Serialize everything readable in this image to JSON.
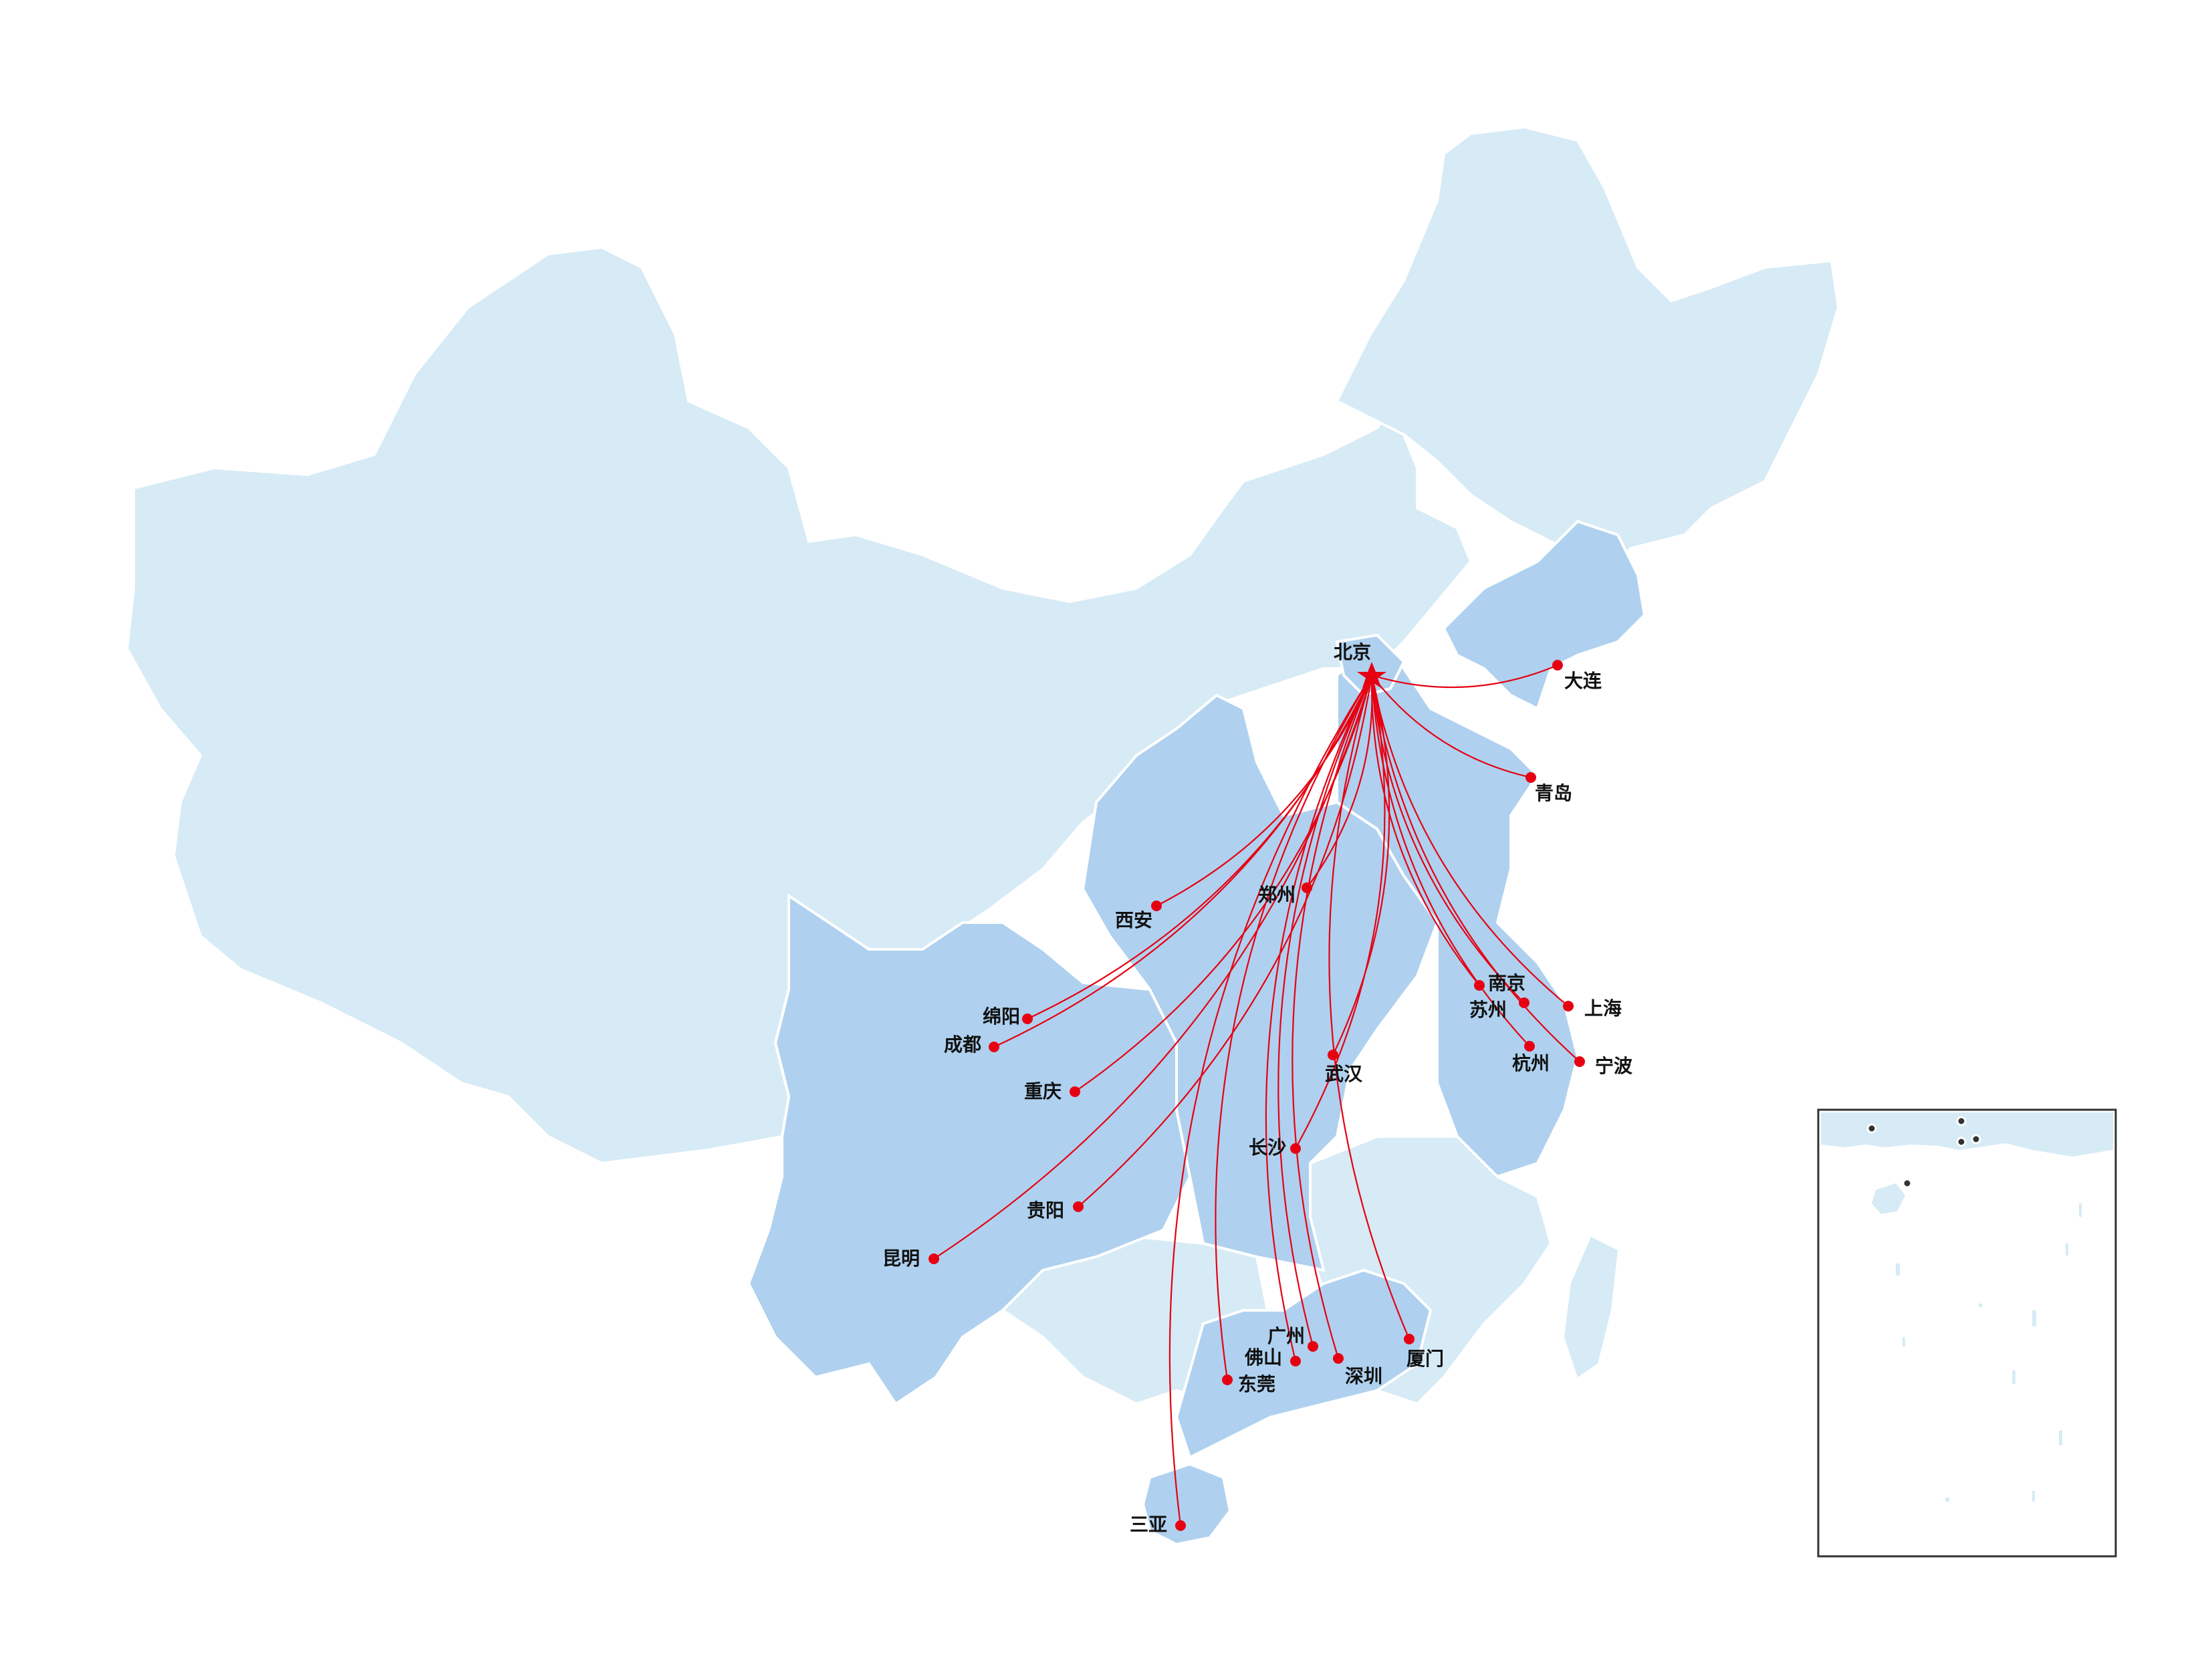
{
  "map": {
    "colors": {
      "land_light": "#d6ebf5",
      "land_served": "#afd1ef",
      "borders": "#ffffff",
      "routes": "#e60012",
      "labels": "#111111"
    },
    "hub": {
      "id": "beijing",
      "label": "北京",
      "icon": "star-icon"
    },
    "cities": [
      {
        "id": "dalian",
        "label": "大连"
      },
      {
        "id": "qingdao",
        "label": "青岛"
      },
      {
        "id": "zhengzhou",
        "label": "郑州"
      },
      {
        "id": "xian",
        "label": "西安"
      },
      {
        "id": "nanjing",
        "label": "南京"
      },
      {
        "id": "shanghai",
        "label": "上海"
      },
      {
        "id": "suzhou",
        "label": "苏州"
      },
      {
        "id": "hangzhou",
        "label": "杭州"
      },
      {
        "id": "ningbo",
        "label": "宁波"
      },
      {
        "id": "mianyang",
        "label": "绵阳"
      },
      {
        "id": "chengdu",
        "label": "成都"
      },
      {
        "id": "chongqing",
        "label": "重庆"
      },
      {
        "id": "wuhan",
        "label": "武汉"
      },
      {
        "id": "changsha",
        "label": "长沙"
      },
      {
        "id": "guiyang",
        "label": "贵阳"
      },
      {
        "id": "kunming",
        "label": "昆明"
      },
      {
        "id": "guangzhou",
        "label": "广州"
      },
      {
        "id": "foshan",
        "label": "佛山"
      },
      {
        "id": "dongguan",
        "label": "东莞"
      },
      {
        "id": "shenzhen",
        "label": "深圳"
      },
      {
        "id": "xiamen",
        "label": "厦门"
      },
      {
        "id": "sanya",
        "label": "三亚"
      }
    ],
    "inset": {
      "description_icon": "south-china-sea-inset"
    }
  }
}
